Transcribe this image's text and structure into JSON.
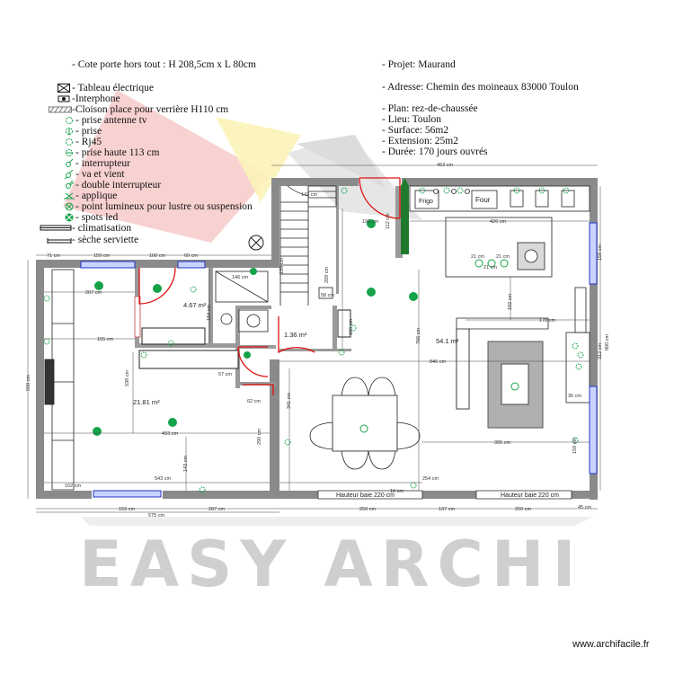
{
  "legend": {
    "door_note": "- Cote porte hors tout : H 208,5cm x L 80cm",
    "items": [
      {
        "icon": "electrical-panel-icon",
        "label": "- Tableau électrique"
      },
      {
        "icon": "intercom-icon",
        "label": "-Interphone"
      },
      {
        "icon": "partition-hatch-icon",
        "label": "-Cloison place pour verrière H110 cm"
      },
      {
        "icon": "tv-socket-icon",
        "label": "- prise antenne tv"
      },
      {
        "icon": "socket-icon",
        "label": "- prise"
      },
      {
        "icon": "rj45-icon",
        "label": "- Rj45"
      },
      {
        "icon": "high-socket-icon",
        "label": "- prise haute 113 cm"
      },
      {
        "icon": "switch-icon",
        "label": "- interrupteur"
      },
      {
        "icon": "two-way-switch-icon",
        "label": "- va et vient"
      },
      {
        "icon": "double-switch-icon",
        "label": "- double interrupteur"
      },
      {
        "icon": "wall-light-icon",
        "label": "- applique"
      },
      {
        "icon": "ceiling-light-icon",
        "label": "- point lumineux pour lustre ou suspension"
      },
      {
        "icon": "led-spot-icon",
        "label": "- spots led"
      },
      {
        "icon": "air-conditioning-icon",
        "label": "- climatisation"
      },
      {
        "icon": "towel-rail-icon",
        "label": "- sèche serviette"
      }
    ]
  },
  "project": {
    "name": "- Projet: Maurand",
    "address": "- Adresse: Chemin des moineaux 83000 Toulon",
    "plan": "- Plan: rez-de-chaussée",
    "place": "- Lieu: Toulon",
    "surface": "- Surface: 56m2",
    "extension": "- Extension: 25m2",
    "duration": "- Durée: 170 jours ouvrés"
  },
  "plan": {
    "room_areas": {
      "living": "54.1 m²",
      "bedroom": "21.81 m²",
      "bathroom": "4.67 m²",
      "wc": "1.36 m²"
    },
    "fixtures": {
      "fridge": "Frigo",
      "oven": "Four"
    },
    "bay_windows": [
      "Hauteur baie 220 cm",
      "Hauteur baie 220 cm"
    ],
    "dimensions": {
      "top_463": "463 cm",
      "kitchen_426": "426 cm",
      "d_143": "143 cm",
      "d_196": "196 cm",
      "d_112": "112 cm",
      "d_71": "71 cm",
      "d_159a": "159 cm",
      "d_100": "100 cm",
      "d_60": "60 cm",
      "d_146": "146 cm",
      "d_207": "207 cm",
      "d_155": "155 cm",
      "d_184": "184 cm",
      "d_209": "209 cm",
      "d_58": "58 cm",
      "d_106": "106 cm",
      "d_102": "102 cm",
      "d_178": "178 cm",
      "d_159r": "159 cm",
      "d_312": "312 cm",
      "d_800": "800 cm",
      "d_57": "57 cm",
      "d_846": "846 cm",
      "d_766": "766 cm",
      "d_538": "538 cm",
      "d_493": "493 cm",
      "d_341": "341 cm",
      "d_395": "395 cm",
      "d_590": "590 cm",
      "d_143b": "143 cm",
      "d_543": "543 cm",
      "d_254": "254 cm",
      "d_102b": "102 cm",
      "d_159b": "159 cm",
      "d_287": "287 cm",
      "d_575": "575 cm",
      "d_250a": "250 cm",
      "d_137": "137 cm",
      "d_250b": "250 cm",
      "d_45": "45 cm",
      "d_36": "36 cm",
      "d_290": "290 cm",
      "d_62": "62 cm",
      "d_21a": "21 cm",
      "d_21b": "21 cm",
      "d_21c": "21 cm",
      "d_159c": "159 cm",
      "d_159d": "159 cm",
      "d_18": "18 cm"
    }
  },
  "watermark": "EASY ARCHI",
  "site": "www.archifacile.fr"
}
